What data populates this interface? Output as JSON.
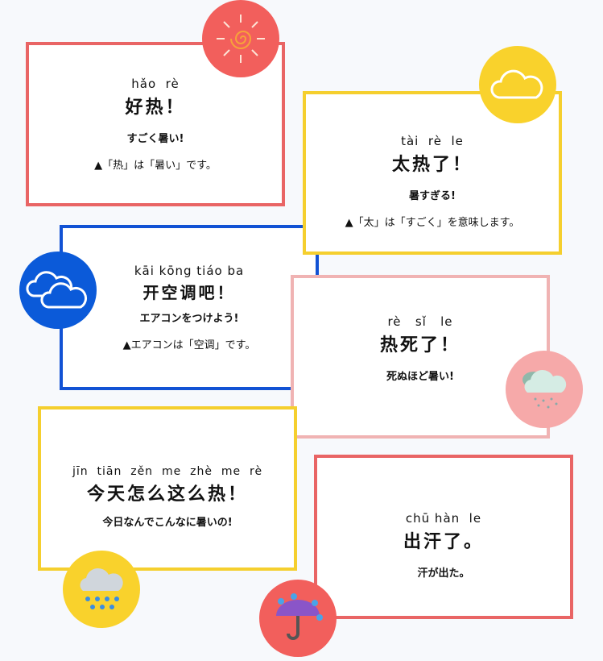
{
  "colors": {
    "coral": "#e96565",
    "yellow": "#f5cf2e",
    "blue": "#1152d4",
    "pink": "#f0b3b3"
  },
  "cards": [
    {
      "pinyin": "hǎo  rè",
      "hanzi": "好热！",
      "japanese": "すごく暑い!",
      "note": "▲「热」は「暑い」です。",
      "icon": "sun-icon"
    },
    {
      "pinyin": "tài  rè  le",
      "hanzi": "太热了！",
      "japanese": "暑すぎる!",
      "note": "▲「太」は「すごく」を意味します。",
      "icon": "cloud-icon"
    },
    {
      "pinyin": "kāi kōng tiáo ba",
      "hanzi": "开空调吧！",
      "japanese": "エアコンをつけよう!",
      "note": "▲エアコンは「空调」です。",
      "icon": "clouds-icon"
    },
    {
      "pinyin": "rè   sǐ   le",
      "hanzi": "热死了！",
      "japanese": "死ぬほど暑い!",
      "icon": "rain-cloud-icon"
    },
    {
      "pinyin": "jīn  tiān  zěn  me  zhè  me  rè",
      "hanzi": "今天怎么这么热！",
      "japanese": "今日なんでこんなに暑いの!",
      "icon": "rain-cloud-icon"
    },
    {
      "pinyin": "chū hàn  le",
      "hanzi": "出汗了。",
      "japanese": "汗が出た。",
      "icon": "umbrella-rain-icon"
    }
  ]
}
